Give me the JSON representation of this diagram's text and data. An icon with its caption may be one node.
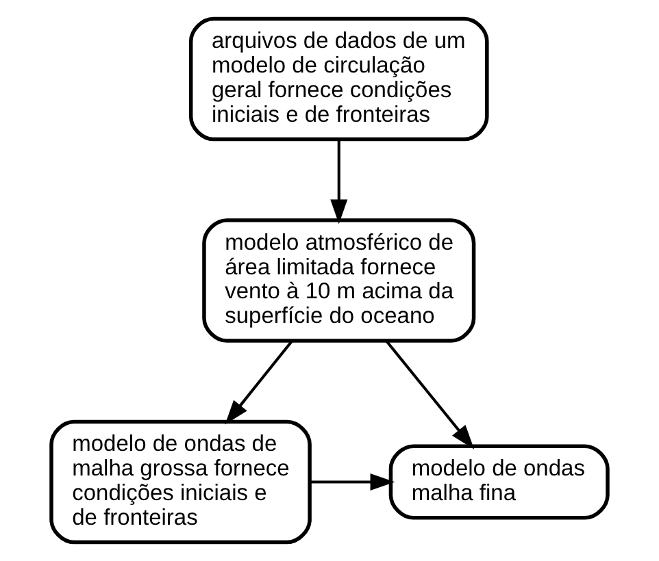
{
  "diagram": {
    "nodes": [
      {
        "text": [
          "arquivos de dados de um modelo de circulação geral fornece condições iniciais e de fronteiras"
        ]
      },
      {
        "text": [
          "modelo atmosférico de área limitada fornece vento à 10 m acima da superfície do oceano"
        ]
      },
      {
        "text": [
          "modelo de ondas de malha grossa fornece condições iniciais e de fronteiras"
        ]
      },
      {
        "text": [
          "modelo de ondas malha fina"
        ]
      }
    ],
    "edges": [
      {
        "from": 0,
        "to": 1,
        "arrow": "to"
      },
      {
        "from": 1,
        "to": 2,
        "arrow": "to"
      },
      {
        "from": 1,
        "to": 3,
        "arrow": "to"
      },
      {
        "from": 2,
        "to": 3,
        "arrow": "to"
      }
    ]
  }
}
